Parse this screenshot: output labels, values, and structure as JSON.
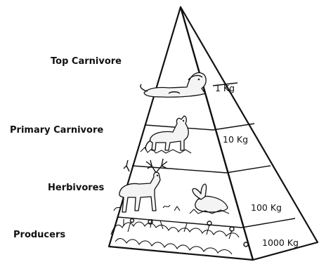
{
  "pyramid": {
    "levels": [
      {
        "name": "Top Carnivore",
        "mass": "1 Kg"
      },
      {
        "name": "Primary Carnivore",
        "mass": "10 Kg"
      },
      {
        "name": "Herbivores",
        "mass": "100 Kg"
      },
      {
        "name": "Producers",
        "mass": "1000 Kg"
      }
    ]
  }
}
